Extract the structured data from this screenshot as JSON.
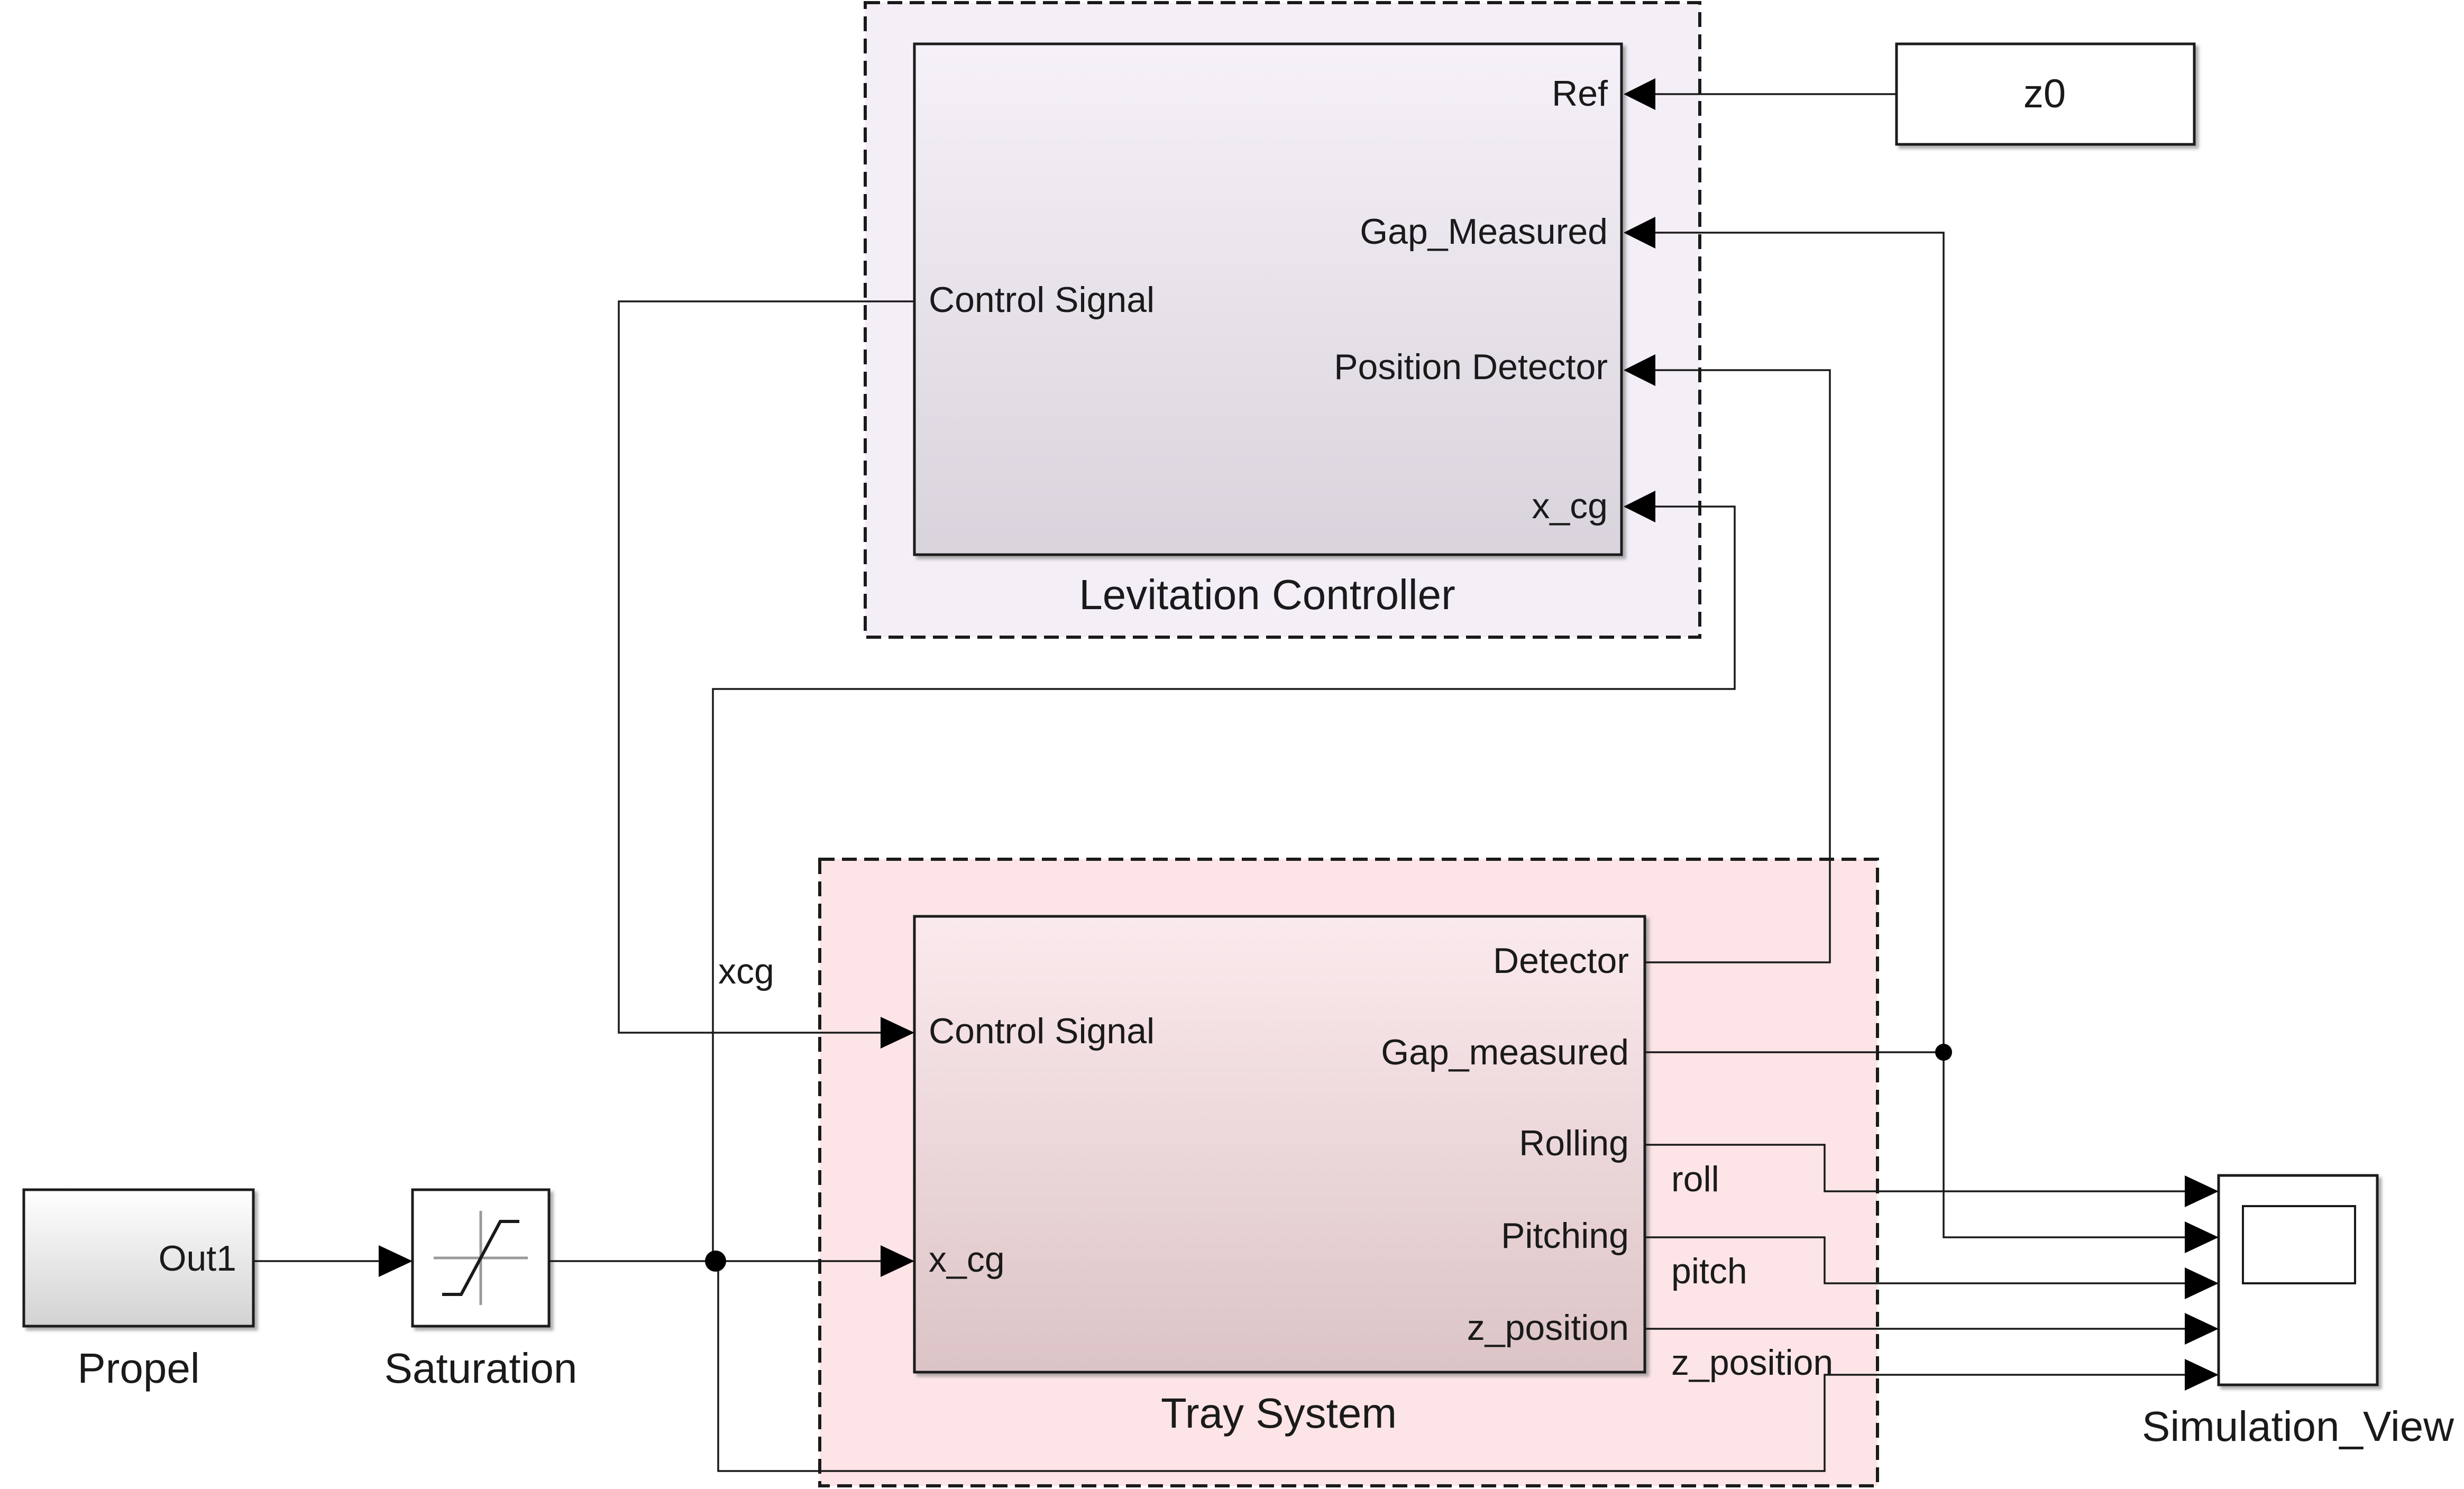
{
  "blocks": {
    "levitation_controller": {
      "name": "Levitation Controller",
      "inputs": [
        "Ref",
        "Gap_Measured",
        "Position Detector",
        "x_cg"
      ],
      "outputs": [
        "Control Signal"
      ]
    },
    "tray_system": {
      "name": "Tray System",
      "inputs": [
        "Control Signal",
        "x_cg"
      ],
      "outputs": [
        "Detector",
        "Gap_measured",
        "Rolling",
        "Pitching",
        "z_position"
      ]
    },
    "z0": {
      "label": "z0"
    },
    "propel": {
      "name": "Propel",
      "port": "Out1"
    },
    "saturation": {
      "name": "Saturation"
    },
    "simulation_view": {
      "name": "Simulation_View"
    }
  },
  "signals": {
    "xcg": "xcg",
    "roll": "roll",
    "pitch": "pitch",
    "z_position": "z_position"
  },
  "colors": {
    "levitation_region": "#f4eef7",
    "tray_region": "#fde4e6",
    "wire": "#1a1a1a"
  }
}
